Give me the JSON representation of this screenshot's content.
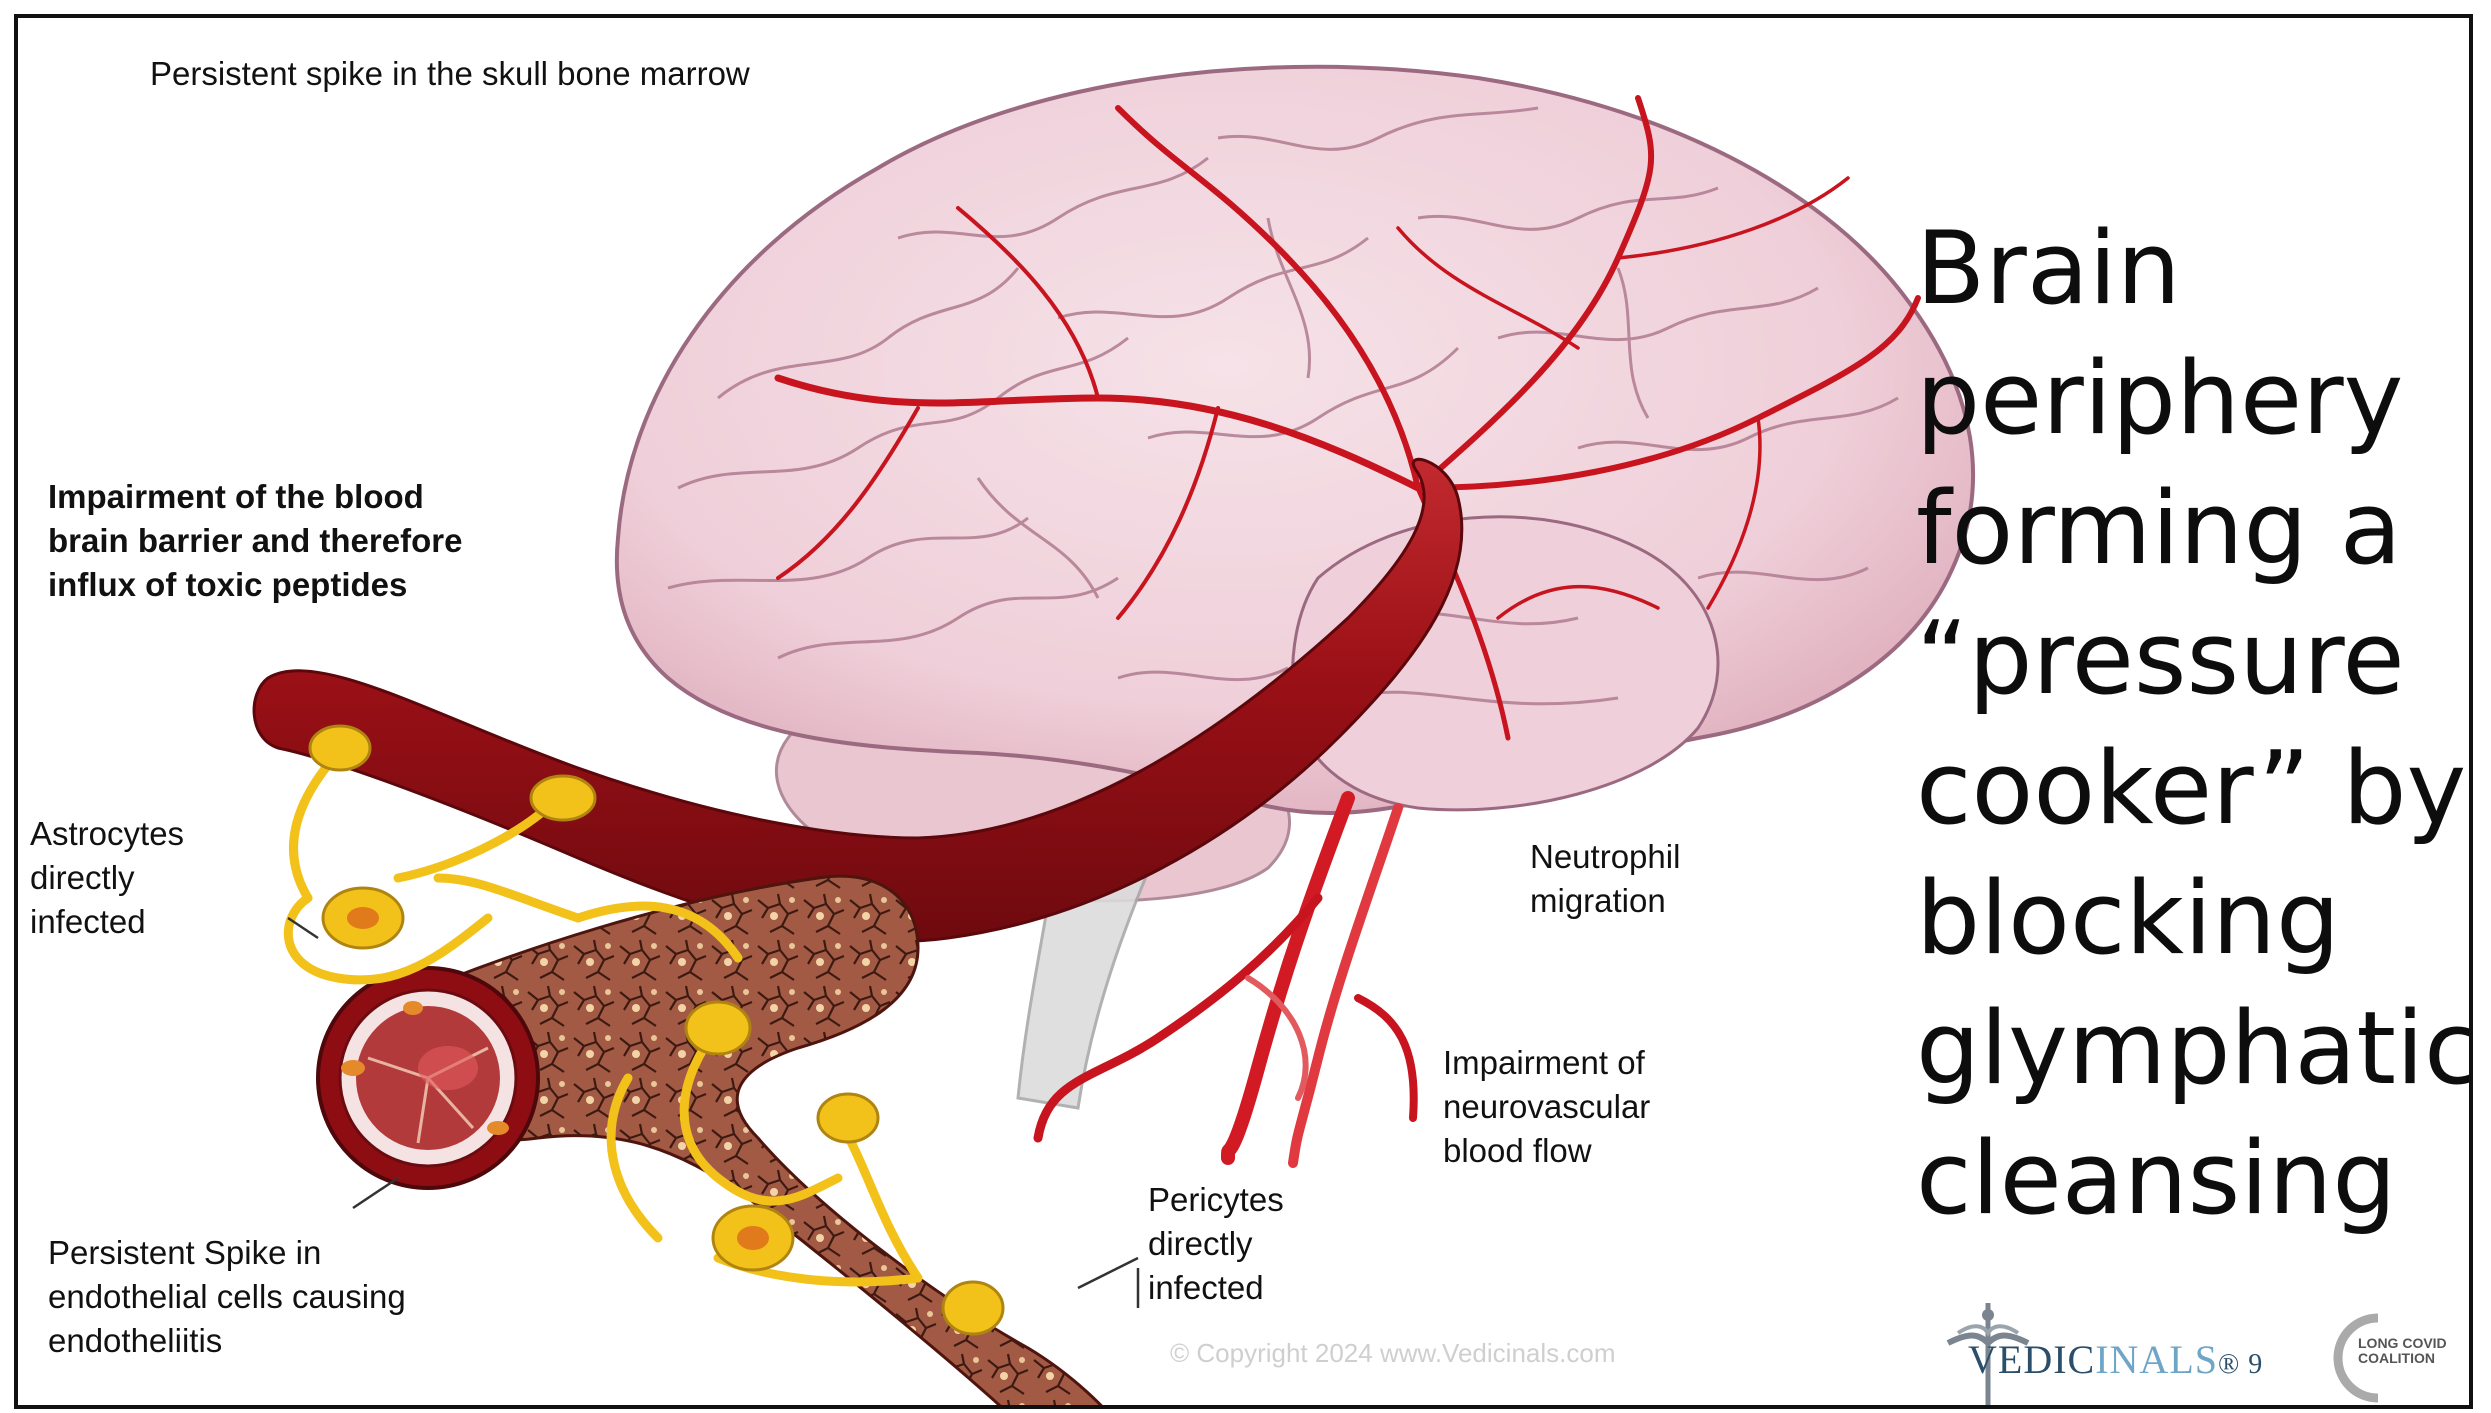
{
  "labels": {
    "skull_marrow": "Persistent spike in the skull bone marrow",
    "bbb": "Impairment of the blood\nbrain barrier and therefore\ninflux of toxic peptides",
    "astrocytes": "Astrocytes\ndirectly\ninfected",
    "neutrophil": "Neutrophil\nmigration",
    "neurovascular": "Impairment of\nneurovascular\nblood flow",
    "pericytes": "Pericytes\ndirectly\ninfected",
    "endothelial": "Persistent Spike in\nendothelial cells causing\nendotheliitis"
  },
  "headline": [
    "Brain",
    "periphery",
    "forming a",
    "“pressure",
    "cooker” by",
    "blocking",
    "glymphatic",
    "cleansing"
  ],
  "watermark": {
    "copyright": "© Copyright 2024 www.Vedicinals.com"
  },
  "logos": {
    "vedicinals_a": "VEDIC",
    "vedicinals_b": "INALS",
    "vedicinals_c": "® 9",
    "coalition": "LONG COVID\nCOALITION"
  },
  "colors": {
    "brain": "#f0d3dc",
    "brain_outline": "#a8788c",
    "artery": "#c0121c",
    "vessel_dark": "#8c0f16",
    "vessel_textured": "#9b4a3a",
    "astrocyte": "#f2c21a"
  }
}
